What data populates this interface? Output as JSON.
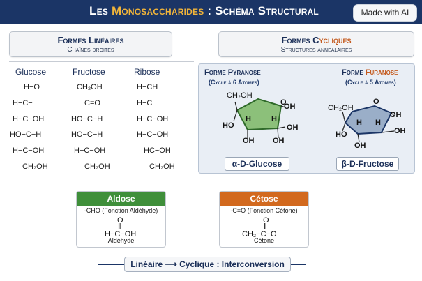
{
  "header": {
    "title_prefix": "Les ",
    "title_accent": "Monosaccharides",
    "title_suffix": " : Schéma Structural",
    "badge": "Made with AI"
  },
  "linear": {
    "title": "Formes Linéaires",
    "subtitle": "Chaînes droites",
    "chains": [
      {
        "name": "Glucose",
        "lines": [
          "H−O",
          "H−C−",
          "H−C−OH",
          "HO−C−H",
          "H−C−OH",
          "CH₂OH"
        ]
      },
      {
        "name": "Fructose",
        "lines": [
          "CH₂OH",
          "C=O",
          "HO−C−H",
          "HO−C−H",
          "H−C−OH",
          "CH₂OH"
        ]
      },
      {
        "name": "Ribose",
        "lines": [
          "H−CH",
          "H−C",
          "H−C−OH",
          "H−C−OH",
          "HC−OH",
          "CH₂OH"
        ]
      }
    ]
  },
  "cyclic": {
    "title_main": "Formes C",
    "title_accent": "ycliques",
    "subtitle": "Structures annealaires",
    "pyranose": {
      "title": "Forme Pyranose",
      "subtitle": "(Cycle à 6 Atomes)",
      "labels": {
        "ch2oh": "CH₂OH",
        "o": "O",
        "oh_r": "OH",
        "oh_l": "HO",
        "h1": "H",
        "h2": "H",
        "oh_bl": "OH",
        "oh_br": "OH",
        "oh_rb": "OH"
      },
      "name": "α-D-Glucose",
      "color": "#8cc07a"
    },
    "furanose": {
      "title_main": "Forme ",
      "title_accent": "Furanose",
      "subtitle": "(Cycle à 5 Atomes)",
      "labels": {
        "ch2oh": "CH₂OH",
        "o": "O",
        "oh_r": "OH",
        "oh_r2": "OH",
        "h1": "H",
        "h2": "H",
        "oh_l": "HO",
        "oh_b": "OH"
      },
      "name": "β-D-Fructose",
      "color": "#9aaec8"
    }
  },
  "aldose": {
    "title": "Aldose",
    "subtitle": "-CHO (Fonction Aldéhyde)",
    "top": "O",
    "bond": "‖",
    "formula": "H−C−OH",
    "caption": "Aldéhyde",
    "color": "#3f8f3a"
  },
  "cetose": {
    "title": "Cétose",
    "subtitle": "-C=O (Fonction Cétone)",
    "top": "O",
    "bond": "‖",
    "formula": "CH₂−C−O",
    "caption": "Cétone",
    "color": "#d2691e"
  },
  "footer": {
    "left": "Linéaire",
    "arrow": "⟶",
    "right": "Cyclique : Interconversion"
  }
}
